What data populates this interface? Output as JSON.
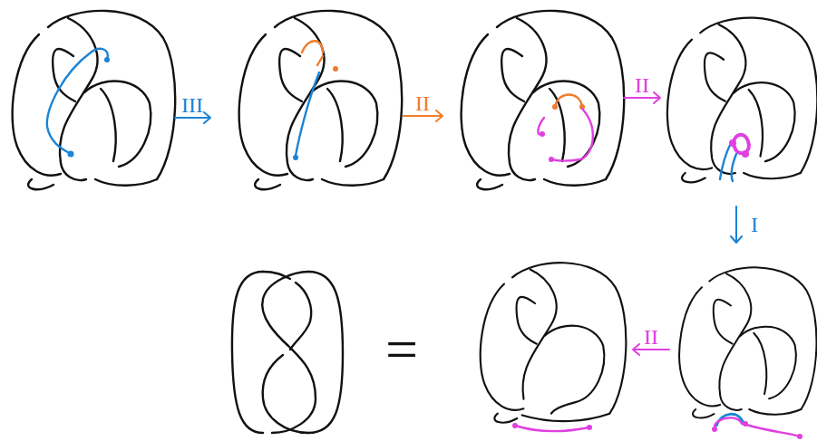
{
  "diagram": {
    "labels": [
      "III",
      "II",
      "II",
      "I",
      "II",
      "="
    ]
  }
}
